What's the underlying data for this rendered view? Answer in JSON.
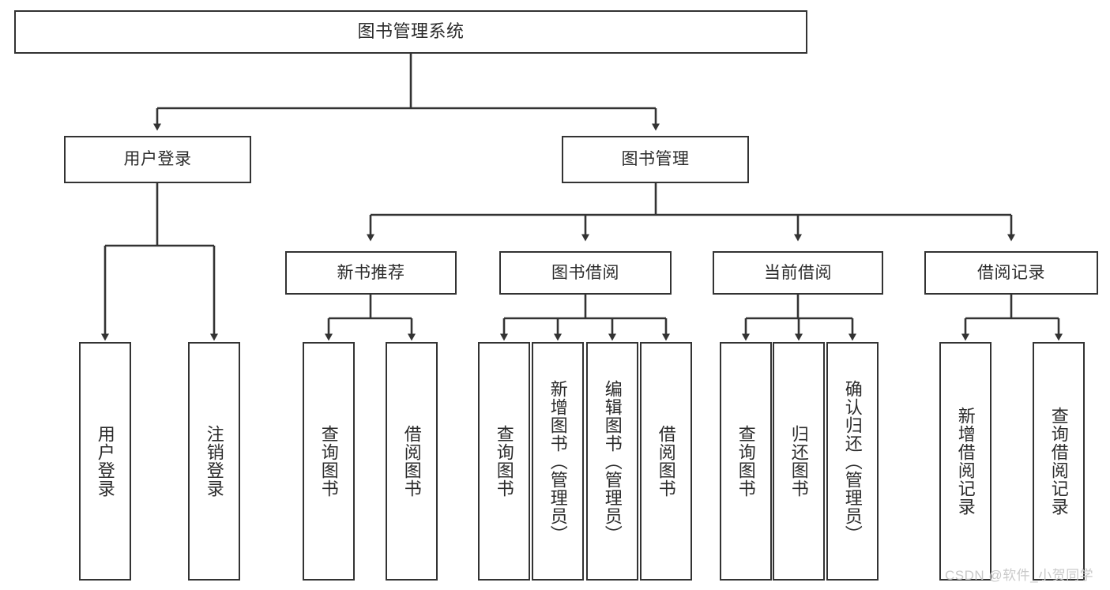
{
  "diagram": {
    "type": "tree",
    "title": "图书管理系统",
    "orientation": "top-down",
    "stroke_color": "#333333",
    "text_color": "#2b2b2b",
    "background_color": "#ffffff",
    "root": {
      "label": "图书管理系统"
    },
    "level2": [
      {
        "label": "用户登录"
      },
      {
        "label": "图书管理"
      }
    ],
    "level3": [
      {
        "label": "新书推荐"
      },
      {
        "label": "图书借阅"
      },
      {
        "label": "当前借阅"
      },
      {
        "label": "借阅记录"
      }
    ],
    "leaves": {
      "user_login": [
        {
          "label": "用户登录"
        },
        {
          "label": "注销登录"
        }
      ],
      "new_book_recommend": [
        {
          "label": "查询图书"
        },
        {
          "label": "借阅图书"
        }
      ],
      "book_borrow": [
        {
          "label": "查询图书"
        },
        {
          "label": "新增图书（管理员）"
        },
        {
          "label": "编辑图书（管理员）"
        },
        {
          "label": "借阅图书"
        }
      ],
      "current_borrow": [
        {
          "label": "查询图书"
        },
        {
          "label": "归还图书"
        },
        {
          "label": "确认归还（管理员）"
        }
      ],
      "borrow_record": [
        {
          "label": "新增借阅记录"
        },
        {
          "label": "查询借阅记录"
        }
      ]
    }
  },
  "watermark": {
    "text": "CSDN @软件_小贺同学"
  }
}
